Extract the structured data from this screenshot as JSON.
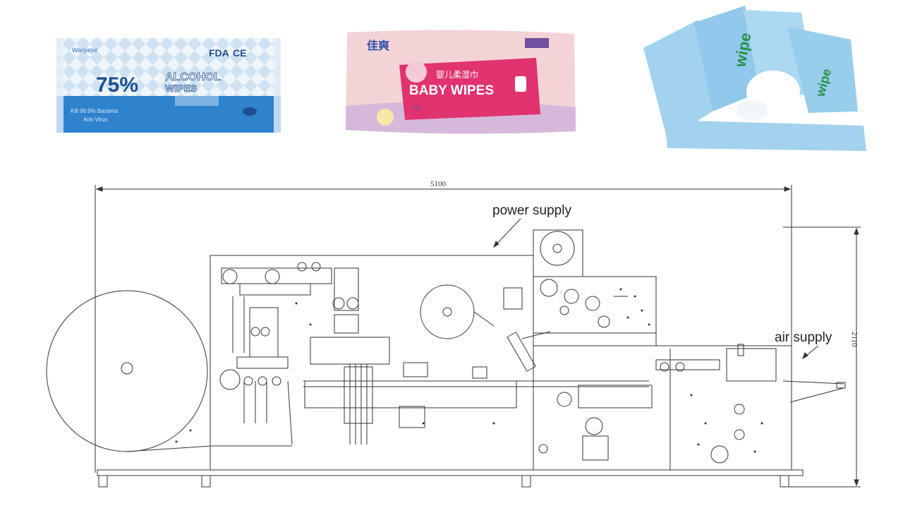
{
  "products": [
    {
      "id": "alcohol-wipes",
      "brand": "Wanjiejie",
      "cert_fda": "FDA",
      "cert_ce": "CE",
      "headline_percent": "75%",
      "headline_word1": "ALCOHOL",
      "headline_word2": "WIPES",
      "sub_line1": "Kill 99.9% Bacteria",
      "sub_line2": "Anti-Virus",
      "colors": {
        "top": "#dcebf6",
        "bottom": "#2f82cc",
        "text": "#1e4f8f"
      }
    },
    {
      "id": "baby-wipes",
      "brand_cn": "佳爽",
      "label_cn": "婴儿柔湿巾",
      "label_en": "BABY WIPES",
      "count": "80",
      "colors": {
        "pack": "#f3d3d6",
        "label": "#e0336f",
        "accent": "#7a4c97"
      }
    },
    {
      "id": "single-wipes",
      "pack_text": "wipe",
      "colors": {
        "pack": "#9fd0ee",
        "wipe": "#ffffff"
      }
    }
  ],
  "drawing": {
    "width_dimension": "5100",
    "height_dimension": "2110",
    "callouts": {
      "power_supply": "power supply",
      "air_supply": "air supply"
    },
    "line_color": "#333333"
  }
}
